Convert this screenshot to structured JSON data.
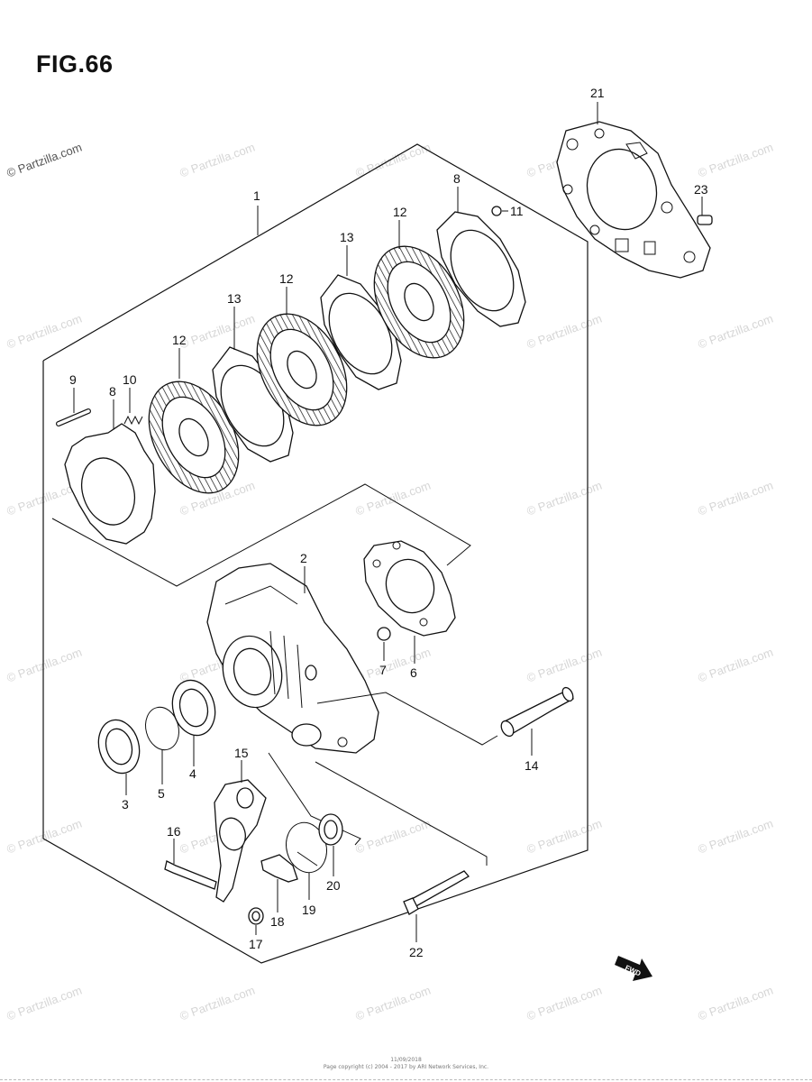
{
  "figure": {
    "title": "FIG.66"
  },
  "watermark": {
    "text": "© Partzilla.com"
  },
  "callouts": [
    "1",
    "2",
    "3",
    "4",
    "5",
    "6",
    "7",
    "8",
    "8",
    "9",
    "10",
    "11",
    "12",
    "12",
    "12",
    "13",
    "13",
    "14",
    "15",
    "16",
    "17",
    "18",
    "19",
    "20",
    "21",
    "22",
    "23"
  ],
  "fwd_label": "FWD",
  "footer": {
    "line1": "11/09/2018",
    "line2": "Page copyright (c) 2004 - 2017 by ARI Network Services, Inc."
  }
}
